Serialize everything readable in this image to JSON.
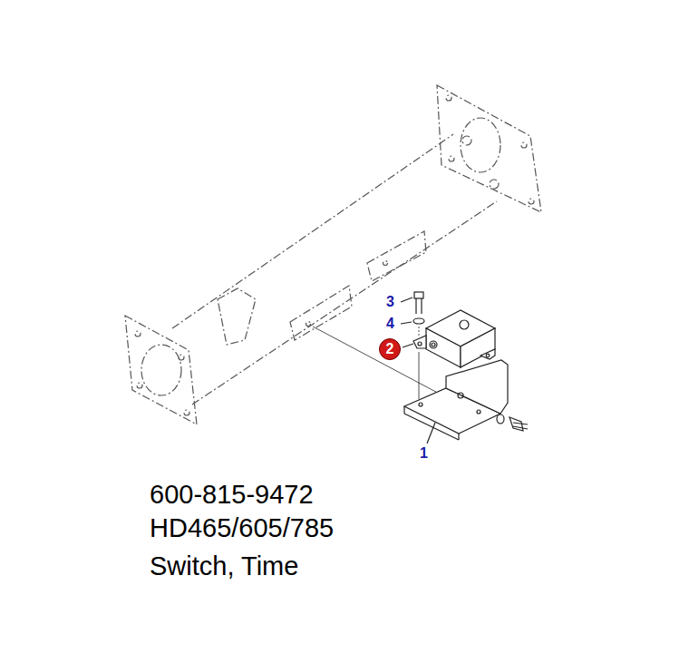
{
  "diagram": {
    "nodes": [
      {
        "text": [
          "2"
        ]
      }
    ],
    "labels": [
      "3",
      "4",
      "1",
      "600-815-9472",
      "HD465/605/785",
      "Switch, Time"
    ]
  }
}
